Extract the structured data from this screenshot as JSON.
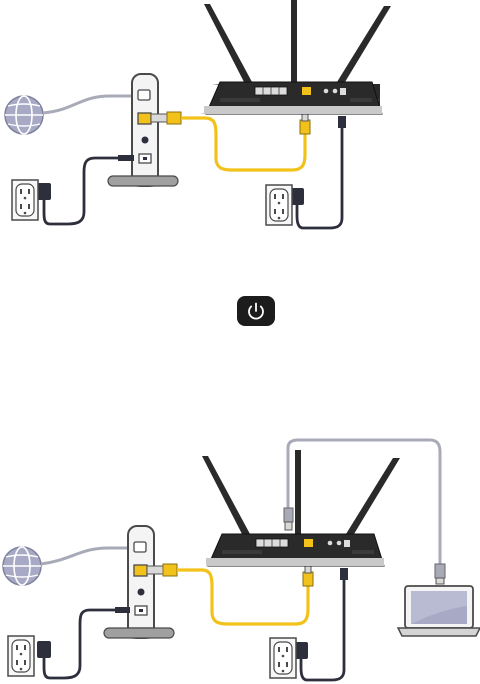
{
  "title": "",
  "steps": [
    {
      "step": "connect-modem-router-power"
    },
    {
      "step": "power-on"
    },
    {
      "step": "connect-computer"
    }
  ],
  "colors": {
    "ethernet_yellow": "#f2c21b",
    "ethernet_gray": "#a9aab8",
    "power_cable": "#2e2f3d",
    "router_body": "#2a2a2a",
    "modem_body": "#f4f4f4",
    "stand": "#9a9a9a",
    "globe": "#a7a9c5",
    "power_button": "#1c1c1c"
  },
  "icons": {
    "internet": "globe-icon",
    "power": "power-icon",
    "outlet": "wall-outlet-icon",
    "laptop": "laptop-icon"
  }
}
